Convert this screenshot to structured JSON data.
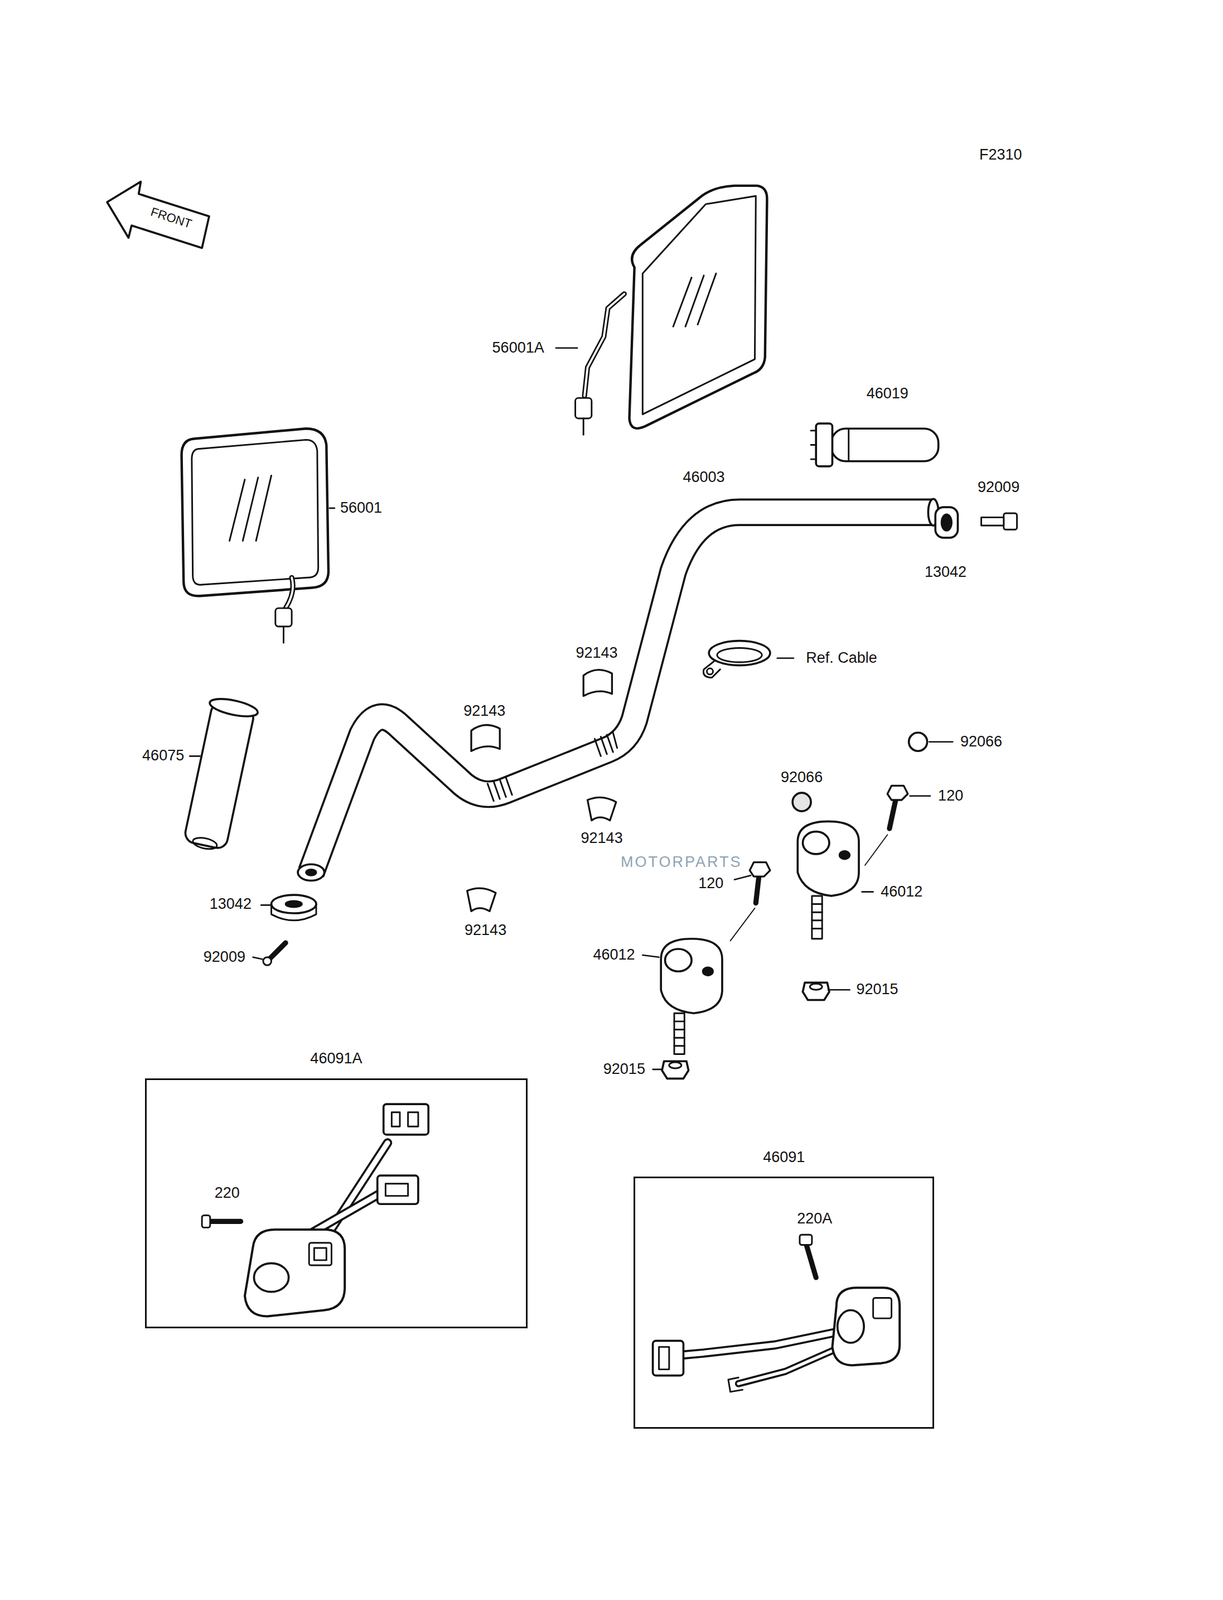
{
  "diagram": {
    "nodes": [
      {
        "text": [
          "46091A",
          "220"
        ]
      },
      {
        "text": [
          "46091",
          "220A"
        ]
      }
    ],
    "labels": [
      "F2310",
      "FRONT",
      "56001A",
      "46019",
      "46003",
      "92009",
      "13042",
      "56001",
      "Ref. Cable",
      "92143",
      "92143",
      "46075",
      "92066",
      "92066",
      "120",
      "92143",
      "MOTORPARTS",
      "120",
      "46012",
      "13042",
      "92143",
      "46012",
      "92009",
      "92015",
      "92015"
    ]
  }
}
